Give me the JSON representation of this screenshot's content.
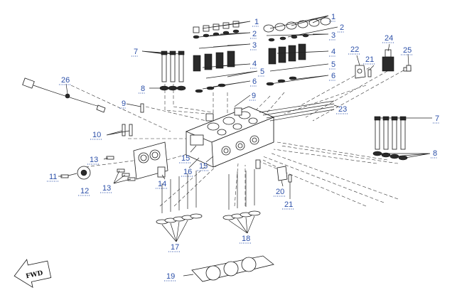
{
  "callouts": [
    "1",
    "1",
    "2",
    "2",
    "3",
    "3",
    "4",
    "4",
    "5",
    "5",
    "6",
    "6",
    "7",
    "7",
    "8",
    "8",
    "9",
    "9",
    "10",
    "11",
    "12",
    "13",
    "13",
    "14",
    "15",
    "15",
    "16",
    "17",
    "18",
    "19",
    "20",
    "21",
    "21",
    "22",
    "23",
    "24",
    "25",
    "26"
  ],
  "direction_marker": {
    "text": "FWD"
  },
  "colors": {
    "callout": "#2b4fa8",
    "line": "#1a1a1a"
  }
}
